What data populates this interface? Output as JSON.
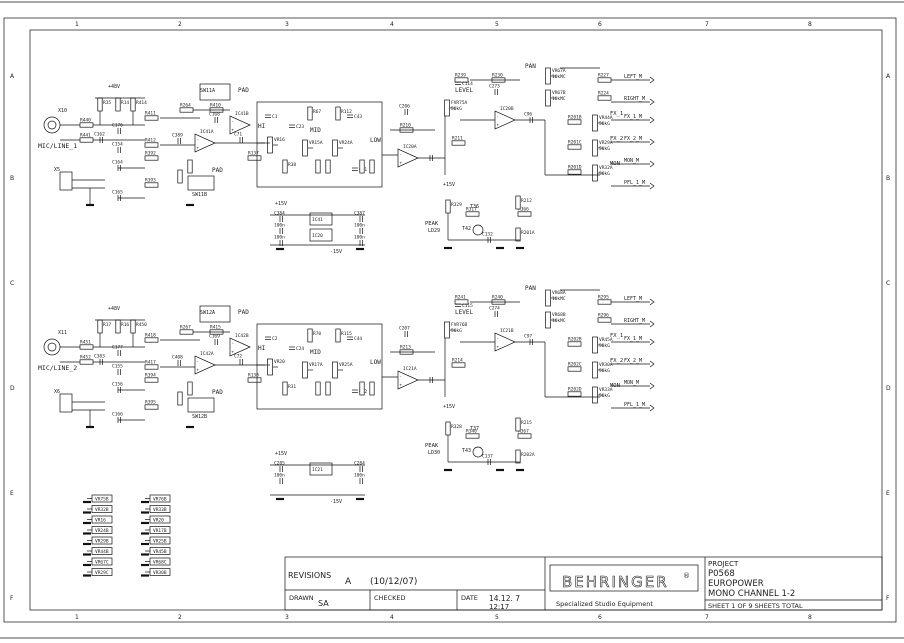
{
  "frame": {
    "columns": [
      "1",
      "2",
      "3",
      "4",
      "5",
      "6",
      "7",
      "8"
    ],
    "rows": [
      "A",
      "B",
      "C",
      "D",
      "E",
      "F"
    ]
  },
  "title_block": {
    "revisions_label": "REVISIONS",
    "revision": "A",
    "revision_date": "(10/12/07)",
    "drawn_label": "DRAWN",
    "drawn_by": "SA",
    "checked_label": "CHECKED",
    "date_label": "DATE",
    "date_value": "14.12. 7",
    "time_value": "12:17",
    "brand": "BEHRINGER",
    "brand_mark": "®",
    "tagline": "Specialized Studio Equipment",
    "project_label": "PROJECT",
    "project_number": "P0568",
    "project_name": "EUROPOWER",
    "project_subtitle": "MONO CHANNEL 1-2",
    "sheet_info": "SHEET 1   OF 9  SHEETS TOTAL"
  },
  "channels": [
    {
      "input_name": "MIC/LINE_1",
      "jack_top": "X10",
      "jack_bot": "X5",
      "phantom": "+48V",
      "pad_switch": "SW11A",
      "pad_switch_b": "SW11B",
      "pad_label": "PAD",
      "pad_label_b": "PAD",
      "hi_label": "HI",
      "mid_label": "MID",
      "low_label": "LOW",
      "level_label": "LEVEL",
      "fader": "FVR75A",
      "fader_val": "50kG",
      "pan_label": "PAN",
      "pan_pot_a": "VR67A",
      "pan_pot_b": "VR67B",
      "pan_val": "10kMC",
      "peak_label": "PEAK",
      "peak_led": "LD29",
      "opamps": [
        "IC41A",
        "IC41B",
        "IC20A",
        "IC20B"
      ],
      "eq_pots": [
        "VR16",
        "VR15A",
        "VR24A"
      ],
      "sends": [
        {
          "name": "FX_1",
          "pot": "VR44A",
          "val": "50kG"
        },
        {
          "name": "FX_2",
          "pot": "VR29A",
          "val": "50kG"
        },
        {
          "name": "MON",
          "pot": "VR32A",
          "val": "50kG"
        }
      ],
      "outputs": [
        "LEFT_M",
        "RIGHT_M",
        "FX_1_M",
        "FX_2_M",
        "MON_M",
        "PFL_1_M"
      ],
      "resistors": [
        "R35",
        "R14",
        "R414",
        "R411",
        "R440",
        "R441",
        "R412",
        "R392",
        "R393",
        "R264",
        "R410",
        "R137",
        "R67",
        "R112",
        "R38",
        "R210",
        "R211",
        "R239",
        "R230",
        "R227",
        "R224",
        "R201B",
        "R201C",
        "R201D",
        "R212",
        "R329",
        "R317",
        "R366",
        "R201A"
      ],
      "caps": [
        "C176",
        "C162",
        "C154",
        "C164",
        "C165",
        "C168",
        "C389",
        "C71",
        "C1",
        "C23",
        "C43",
        "C31",
        "C206",
        "C114",
        "C273",
        "C96",
        "C132"
      ],
      "transistors": [
        "T36",
        "T42"
      ],
      "supply": [
        "+15V",
        "-15V"
      ],
      "power_ics": [
        "IC41",
        "IC20"
      ],
      "power_caps": [
        "C384",
        "C387",
        "100n",
        "100n",
        "100n",
        "100n"
      ]
    },
    {
      "input_name": "MIC/LINE_2",
      "jack_top": "X11",
      "jack_bot": "X6",
      "phantom": "+48V",
      "pad_switch": "SW12A",
      "pad_switch_b": "SW12B",
      "pad_label": "PAD",
      "pad_label_b": "PAD",
      "hi_label": "HI",
      "mid_label": "MID",
      "low_label": "LOW",
      "level_label": "LEVEL",
      "fader": "FVR76B",
      "fader_val": "50kG",
      "pan_label": "PAN",
      "pan_pot_a": "VR68A",
      "pan_pot_b": "VR68B",
      "pan_val": "10kMC",
      "peak_label": "PEAK",
      "peak_led": "LD30",
      "opamps": [
        "IC42A",
        "IC42B",
        "IC21A",
        "IC21B"
      ],
      "eq_pots": [
        "VR20",
        "VR17A",
        "VR25A"
      ],
      "sends": [
        {
          "name": "FX_1",
          "pot": "VR45A",
          "val": "50kG"
        },
        {
          "name": "FX_2",
          "pot": "VR30A",
          "val": "50kG"
        },
        {
          "name": "MON",
          "pot": "VR33A",
          "val": "50kG"
        }
      ],
      "outputs": [
        "LEFT_M",
        "RIGHT_M",
        "FX_1_M",
        "FX_2_M",
        "MON_M",
        "PFL_1_M"
      ],
      "resistors": [
        "R17",
        "R16",
        "R450",
        "R418",
        "R451",
        "R452",
        "R417",
        "R394",
        "R395",
        "R267",
        "R415",
        "R138",
        "R70",
        "R115",
        "R31",
        "R213",
        "R214",
        "R241",
        "R240",
        "R295",
        "R296",
        "R202B",
        "R202C",
        "R202D",
        "R215",
        "R328",
        "R340",
        "R367",
        "R202A"
      ],
      "caps": [
        "C177",
        "C383",
        "C155",
        "C156",
        "C166",
        "C169",
        "C408",
        "C72",
        "C2",
        "C24",
        "C44",
        "C32",
        "C207",
        "C115",
        "C274",
        "C97",
        "C137"
      ],
      "transistors": [
        "T37",
        "T43"
      ],
      "supply": [
        "+15V",
        "-15V"
      ],
      "power_ics": [
        "IC21"
      ],
      "power_caps": [
        "C285",
        "C284",
        "100n",
        "100n"
      ]
    }
  ],
  "pot_legend": [
    [
      "VR75B",
      "VR76B"
    ],
    [
      "VR32B",
      "VR33B"
    ],
    [
      "VR16",
      "VR20"
    ],
    [
      "VR24B",
      "VR17B"
    ],
    [
      "VR29B",
      "VR25B"
    ],
    [
      "VR44B",
      "VR45B"
    ],
    [
      "VR67C",
      "VR68C"
    ],
    [
      "VR29C",
      "VR30B"
    ]
  ]
}
